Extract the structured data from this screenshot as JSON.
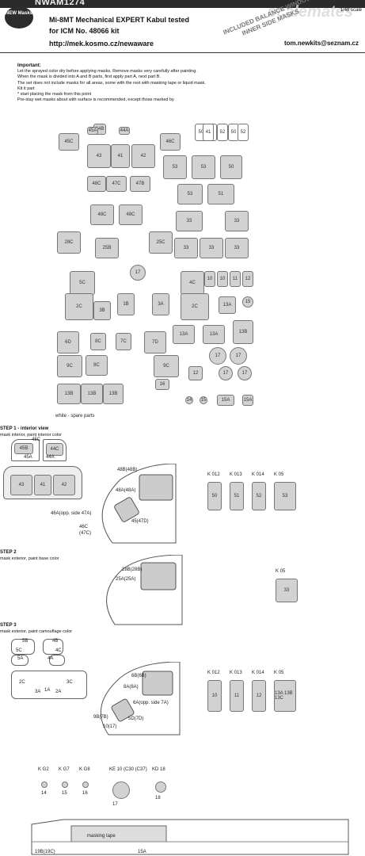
{
  "header": {
    "code": "NWAM1274",
    "brand": "scalemates",
    "badge": "NEW Masks",
    "title_line": "Mi-8MT Mechanical EXPERT Kabul tested",
    "kit_line": "for ICM No. 48066 kit",
    "url": "http://mek.kosmo.cz/newaware",
    "email": "tom.newkits@seznam.cz",
    "scale": "1/48 scale",
    "stamp": "INCLUDED BALANCE WINDOW INNER SIDE MASKS"
  },
  "notes": {
    "heading": "Important:",
    "lines": [
      "Let the sprayed color dry before applying masks. Remove masks very carefully after painting.",
      "When the mask is divided into A and B parts, first apply part A, next part B.",
      "The set does not include masks for all areas, some with the rest with masking tape or liquid mask.",
      "Kit it part",
      "* start placing the mask from this point",
      "Pre-stay wet masks about with surface is recommended, except those marked by"
    ]
  },
  "sheet": {
    "masks": [
      {
        "t": "45C"
      },
      {
        "t": "44B"
      },
      {
        "t": "43"
      },
      {
        "t": "41"
      },
      {
        "t": "42"
      },
      {
        "t": "45A"
      },
      {
        "t": "44A"
      },
      {
        "t": "46C"
      },
      {
        "t": "53"
      },
      {
        "t": "50"
      },
      {
        "t": "51"
      },
      {
        "t": "52"
      },
      {
        "t": "50"
      },
      {
        "t": "53"
      },
      {
        "t": "50"
      },
      {
        "t": "41"
      },
      {
        "t": "52"
      },
      {
        "t": "48C"
      },
      {
        "t": "47C"
      },
      {
        "t": "47B"
      },
      {
        "t": "53"
      },
      {
        "t": "51"
      },
      {
        "t": "48C"
      },
      {
        "t": "48C"
      },
      {
        "t": "33"
      },
      {
        "t": "33"
      },
      {
        "t": "28C"
      },
      {
        "t": "25B"
      },
      {
        "t": "25C"
      },
      {
        "t": "33"
      },
      {
        "t": "33"
      },
      {
        "t": "33"
      },
      {
        "t": "5C"
      },
      {
        "t": "17"
      },
      {
        "t": "4C"
      },
      {
        "t": "10"
      },
      {
        "t": "10"
      },
      {
        "t": "11"
      },
      {
        "t": "12"
      },
      {
        "t": "2C"
      },
      {
        "t": "3B"
      },
      {
        "t": "1B"
      },
      {
        "t": "3A"
      },
      {
        "t": "2C"
      },
      {
        "t": "13A"
      },
      {
        "t": "15"
      },
      {
        "t": "6D"
      },
      {
        "t": "8C"
      },
      {
        "t": "7C"
      },
      {
        "t": "7D"
      },
      {
        "t": "13A"
      },
      {
        "t": "13A"
      },
      {
        "t": "13B"
      },
      {
        "t": "9C"
      },
      {
        "t": "8C"
      },
      {
        "t": "9C"
      },
      {
        "t": "17"
      },
      {
        "t": "17"
      },
      {
        "t": "13B"
      },
      {
        "t": "13B"
      },
      {
        "t": "13B"
      },
      {
        "t": "12"
      },
      {
        "t": "17"
      },
      {
        "t": "17"
      },
      {
        "t": "16"
      },
      {
        "t": "14"
      },
      {
        "t": "15"
      },
      {
        "t": "15A"
      },
      {
        "t": "15A"
      }
    ],
    "footnote": "white - spare parts"
  },
  "steps": [
    {
      "title": "STEP 1 - interior view",
      "sub": "mask interior, paint interior color"
    },
    {
      "title": "STEP 2",
      "sub": "mask exterior, paint base color"
    },
    {
      "title": "STEP 3",
      "sub": "mask exterior, paint camouflage color"
    }
  ],
  "step1": {
    "callouts": [
      "48B(48B)",
      "48A(48A)",
      "46A(opp. side 47A)",
      "46C",
      "(47C)",
      "45(47D)"
    ],
    "parts": [
      {
        "code": "K 012",
        "num": "50"
      },
      {
        "code": "K 013",
        "num": "51"
      },
      {
        "code": "K 014",
        "num": "52"
      },
      {
        "code": "K 05",
        "num": "53"
      }
    ],
    "canopy_labels": [
      "45B",
      "45C",
      "45A",
      "44A",
      "44C",
      "43",
      "41",
      "42"
    ]
  },
  "step2": {
    "callouts": [
      "28B(28B)",
      "25A(25A)"
    ],
    "parts": [
      {
        "code": "K 05",
        "num": "33"
      }
    ]
  },
  "step3": {
    "callouts": [
      "6B(6B)",
      "8A(8A)",
      "6A(opp. side 7A)",
      "5D(7D)",
      "9B(7B)",
      "10(17)"
    ],
    "canopy_labels": [
      "5B",
      "4B",
      "5A",
      "4A",
      "5C",
      "4C",
      "2C",
      "3A",
      "1A",
      "2A",
      "3C"
    ],
    "parts": [
      {
        "code": "K 012",
        "num": "10"
      },
      {
        "code": "K 013",
        "num": "11"
      },
      {
        "code": "K 014",
        "num": "12"
      },
      {
        "code": "K 05",
        "num": "13A 13B 13C"
      }
    ]
  },
  "wheels": [
    {
      "code": "K G2",
      "num": "14"
    },
    {
      "code": "K G7",
      "num": "15"
    },
    {
      "code": "K G8",
      "num": "16"
    },
    {
      "code": "KE 10 (C30 (C37)",
      "num": "17"
    },
    {
      "code": "KD 18",
      "num": "18"
    }
  ],
  "bottom": {
    "tape": "masking tape",
    "left_label": "19B(19C)",
    "right_label": "15A"
  }
}
